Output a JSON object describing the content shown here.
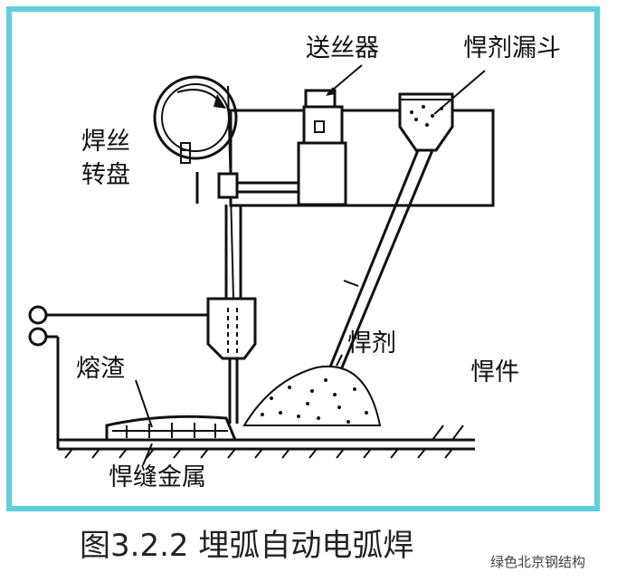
{
  "labels": {
    "wire_feeder": "送丝器",
    "flux_hopper": "悍剂漏斗",
    "wire_reel_line1": "焊丝",
    "wire_reel_line2": "转盘",
    "slag": "熔渣",
    "flux": "悍剂",
    "workpiece": "悍件",
    "weld_metal": "悍缝金属"
  },
  "caption": "图3.2.2 埋弧自动电弧焊",
  "watermark": "绿色北京钢结构",
  "colors": {
    "frame": "#5fd0d8",
    "ink": "#111111",
    "background": "#ffffff"
  }
}
